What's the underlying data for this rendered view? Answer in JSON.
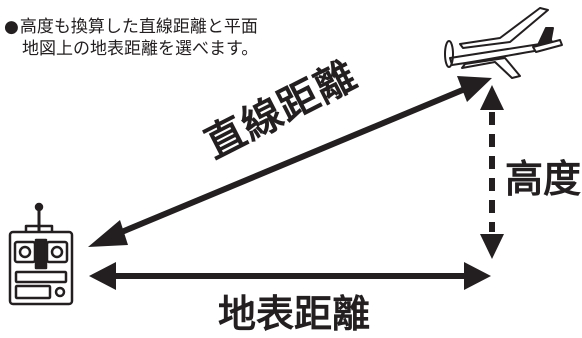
{
  "note": {
    "bullet": "●",
    "line1": "高度も換算した直線距離と平面",
    "line2": "地図上の地表距離を選べます。"
  },
  "labels": {
    "straight_distance": "直線距離",
    "altitude": "高度",
    "ground_distance": "地表距離"
  },
  "icons": {
    "transmitter": "rc-transmitter-icon",
    "aircraft": "rc-glider-icon"
  },
  "colors": {
    "ink": "#231f20",
    "background": "#ffffff"
  }
}
